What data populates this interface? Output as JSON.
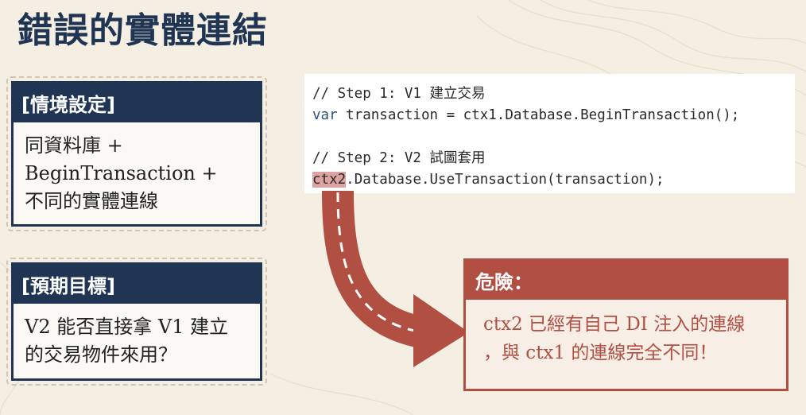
{
  "title": "錯誤的實體連結",
  "scenario": {
    "heading": "[情境設定]",
    "lines": [
      "同資料庫 +",
      "BeginTransaction +",
      "不同的實體連線"
    ]
  },
  "expectation": {
    "heading": "[預期目標]",
    "lines": [
      "V2 能否直接拿 V1 建立",
      "的交易物件來用？"
    ]
  },
  "code": {
    "line1_comment": "// Step 1: V1 建立交易",
    "line2_keyword": "var",
    "line2_rest": " transaction = ctx1.Database.BeginTransaction();",
    "line4_comment": "// Step 2: V2 試圖套用",
    "line5_highlight": "ctx2",
    "line5_rest": ".Database.UseTransaction(transaction);"
  },
  "danger": {
    "heading": "危險：",
    "lines": [
      "ctx2 已經有自己 DI 注入的連線",
      "，與 ctx1 的連線完全不同！"
    ]
  },
  "colors": {
    "navy": "#1f3553",
    "danger_red": "#b24f43",
    "highlight": "#dca3a0",
    "background": "#f4efe2"
  }
}
